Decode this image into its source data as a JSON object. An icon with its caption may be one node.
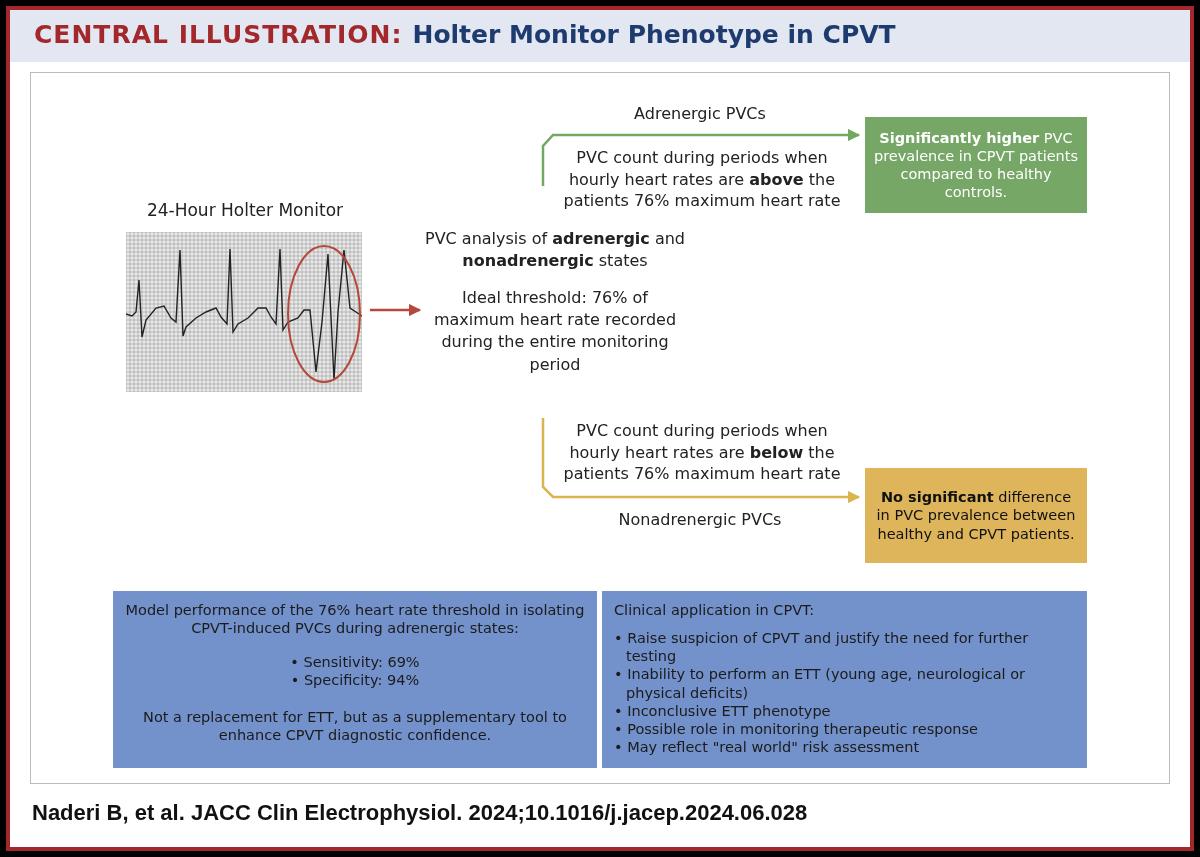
{
  "diagram": {
    "title": "Holter Monitor Phenotype in CPVT",
    "caption": "Naderi B, et al. JACC Clin Electrophysiol. 2024;10.1016/j.jacep.2024.06.028",
    "nodes": [
      {
        "text": [
          "24-Hour Holter Monitor"
        ]
      },
      {
        "text": [
          "PVC analysis of **adrenergic** and **nonadrenergic** states",
          "Ideal threshold: 76% of maximum heart rate recorded during the entire monitoring period"
        ]
      },
      {
        "text": [
          "**Significantly higher** PVC prevalence in CPVT patients compared to healthy controls."
        ]
      },
      {
        "text": [
          "**No significant** difference in PVC prevalence between healthy and CPVT patients."
        ]
      },
      {
        "text": [
          "Model performance of the 76% heart rate threshold in isolating CPVT-induced PVCs during adrenergic states:",
          "• Sensitivity: 69%",
          "• Specificity: 94%",
          "Not a replacement for ETT, but as a supplementary tool to enhance CPVT diagnostic confidence."
        ]
      },
      {
        "text": [
          "Clinical application in CPVT:",
          "• Raise suspicion of CPVT and justify the need for further testing",
          "• Inability to perform an ETT (young age, neurological or physical deficits)",
          "• Inconclusive ETT phenotype",
          "• Possible role in monitoring therapeutic response",
          "• May reflect \"real world\" risk assessment"
        ]
      }
    ],
    "edges": [
      {
        "from": 0,
        "to": 1,
        "arrow": "to",
        "color": "#b5483a"
      },
      {
        "from": 1,
        "to": 2,
        "arrow": "to",
        "label": "Adrenergic PVCs",
        "color": "#72a862"
      },
      {
        "from": 1,
        "to": 3,
        "arrow": "to",
        "label": "Nonadrenergic PVCs",
        "color": "#d9b44f"
      }
    ],
    "labels": [
      "CENTRAL ILLUSTRATION:",
      "PVC count during periods when hourly heart rates are **above** the patients 76% maximum heart rate",
      "PVC count during periods when hourly heart rates are **below** the patients 76% maximum heart rate"
    ]
  }
}
